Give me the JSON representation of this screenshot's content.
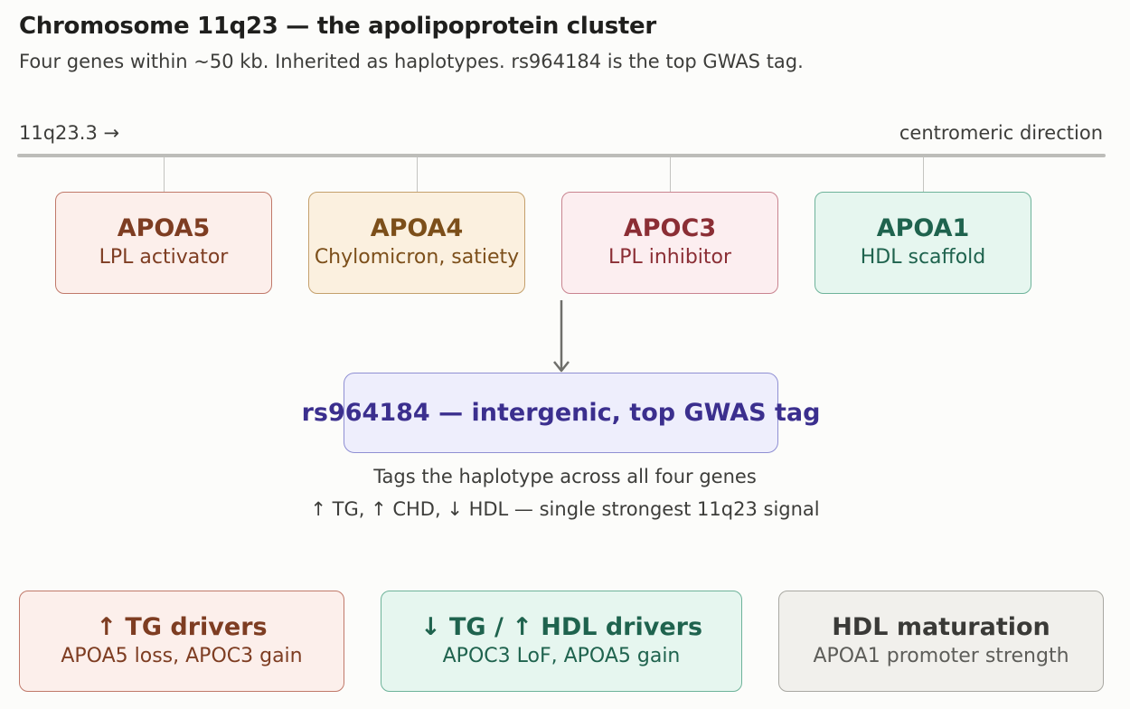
{
  "title": "Chromosome 11q23 — the apolipoprotein cluster",
  "subtitle": "Four genes within ~50 kb. Inherited as haplotypes. rs964184 is the top GWAS tag.",
  "axis": {
    "left_label": "11q23.3 →",
    "right_label": "centromeric direction"
  },
  "genes": [
    {
      "name": "APOA5",
      "role": "LPL activator",
      "color": "#7e3d22"
    },
    {
      "name": "APOA4",
      "role": "Chylomicron, satiety",
      "color": "#7c4f1a"
    },
    {
      "name": "APOC3",
      "role": "LPL inhibitor",
      "color": "#8b2e35"
    },
    {
      "name": "APOA1",
      "role": "HDL scaffold",
      "color": "#1f634e"
    }
  ],
  "gwas": {
    "label": "rs964184 — intergenic, top GWAS tag",
    "note_line1": "Tags the haplotype across all four genes",
    "note_line2": "↑ TG, ↑ CHD, ↓ HDL — single strongest 11q23 signal",
    "color": "#3b2f8e"
  },
  "summaries": [
    {
      "heading": "↑ TG drivers",
      "body": "APOA5 loss, APOC3 gain",
      "color": "#7e3d22"
    },
    {
      "heading": "↓ TG / ↑ HDL drivers",
      "body": "APOC3 LoF, APOA5 gain",
      "color": "#1f634e"
    },
    {
      "heading": "HDL maturation",
      "body": "APOA1 promoter strength",
      "color": "#3a3a37"
    }
  ],
  "icons": {
    "down_arrow": "arrow-down-icon"
  }
}
